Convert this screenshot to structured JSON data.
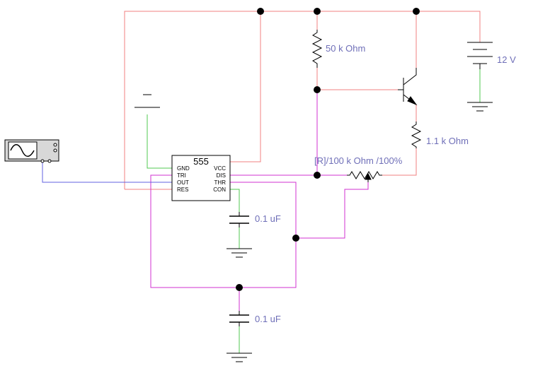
{
  "chip": {
    "name": "555",
    "pins_left": [
      "GND",
      "TRI",
      "OUT",
      "RES"
    ],
    "pins_right": [
      "VCC",
      "DIS",
      "THR",
      "CON"
    ]
  },
  "components": {
    "r1_label": "50 k Ohm",
    "r2_label": "1.1 k Ohm",
    "pot_label": "[R]/100 k Ohm /100%",
    "battery_label": "12 V",
    "c1_label": "0.1 uF",
    "c2_label": "0.1 uF"
  },
  "wire_colors": {
    "power": "#f08080",
    "ground": "#50c850",
    "signal": "#d030d0",
    "scope": "#6060e0",
    "component": "#000000",
    "label_text": "#6f6fb8"
  },
  "icons": {
    "oscilloscope": "oscilloscope-icon",
    "transistor": "npn-transistor-icon",
    "battery": "battery-icon",
    "ground": "ground-icon",
    "potentiometer": "potentiometer-icon"
  }
}
